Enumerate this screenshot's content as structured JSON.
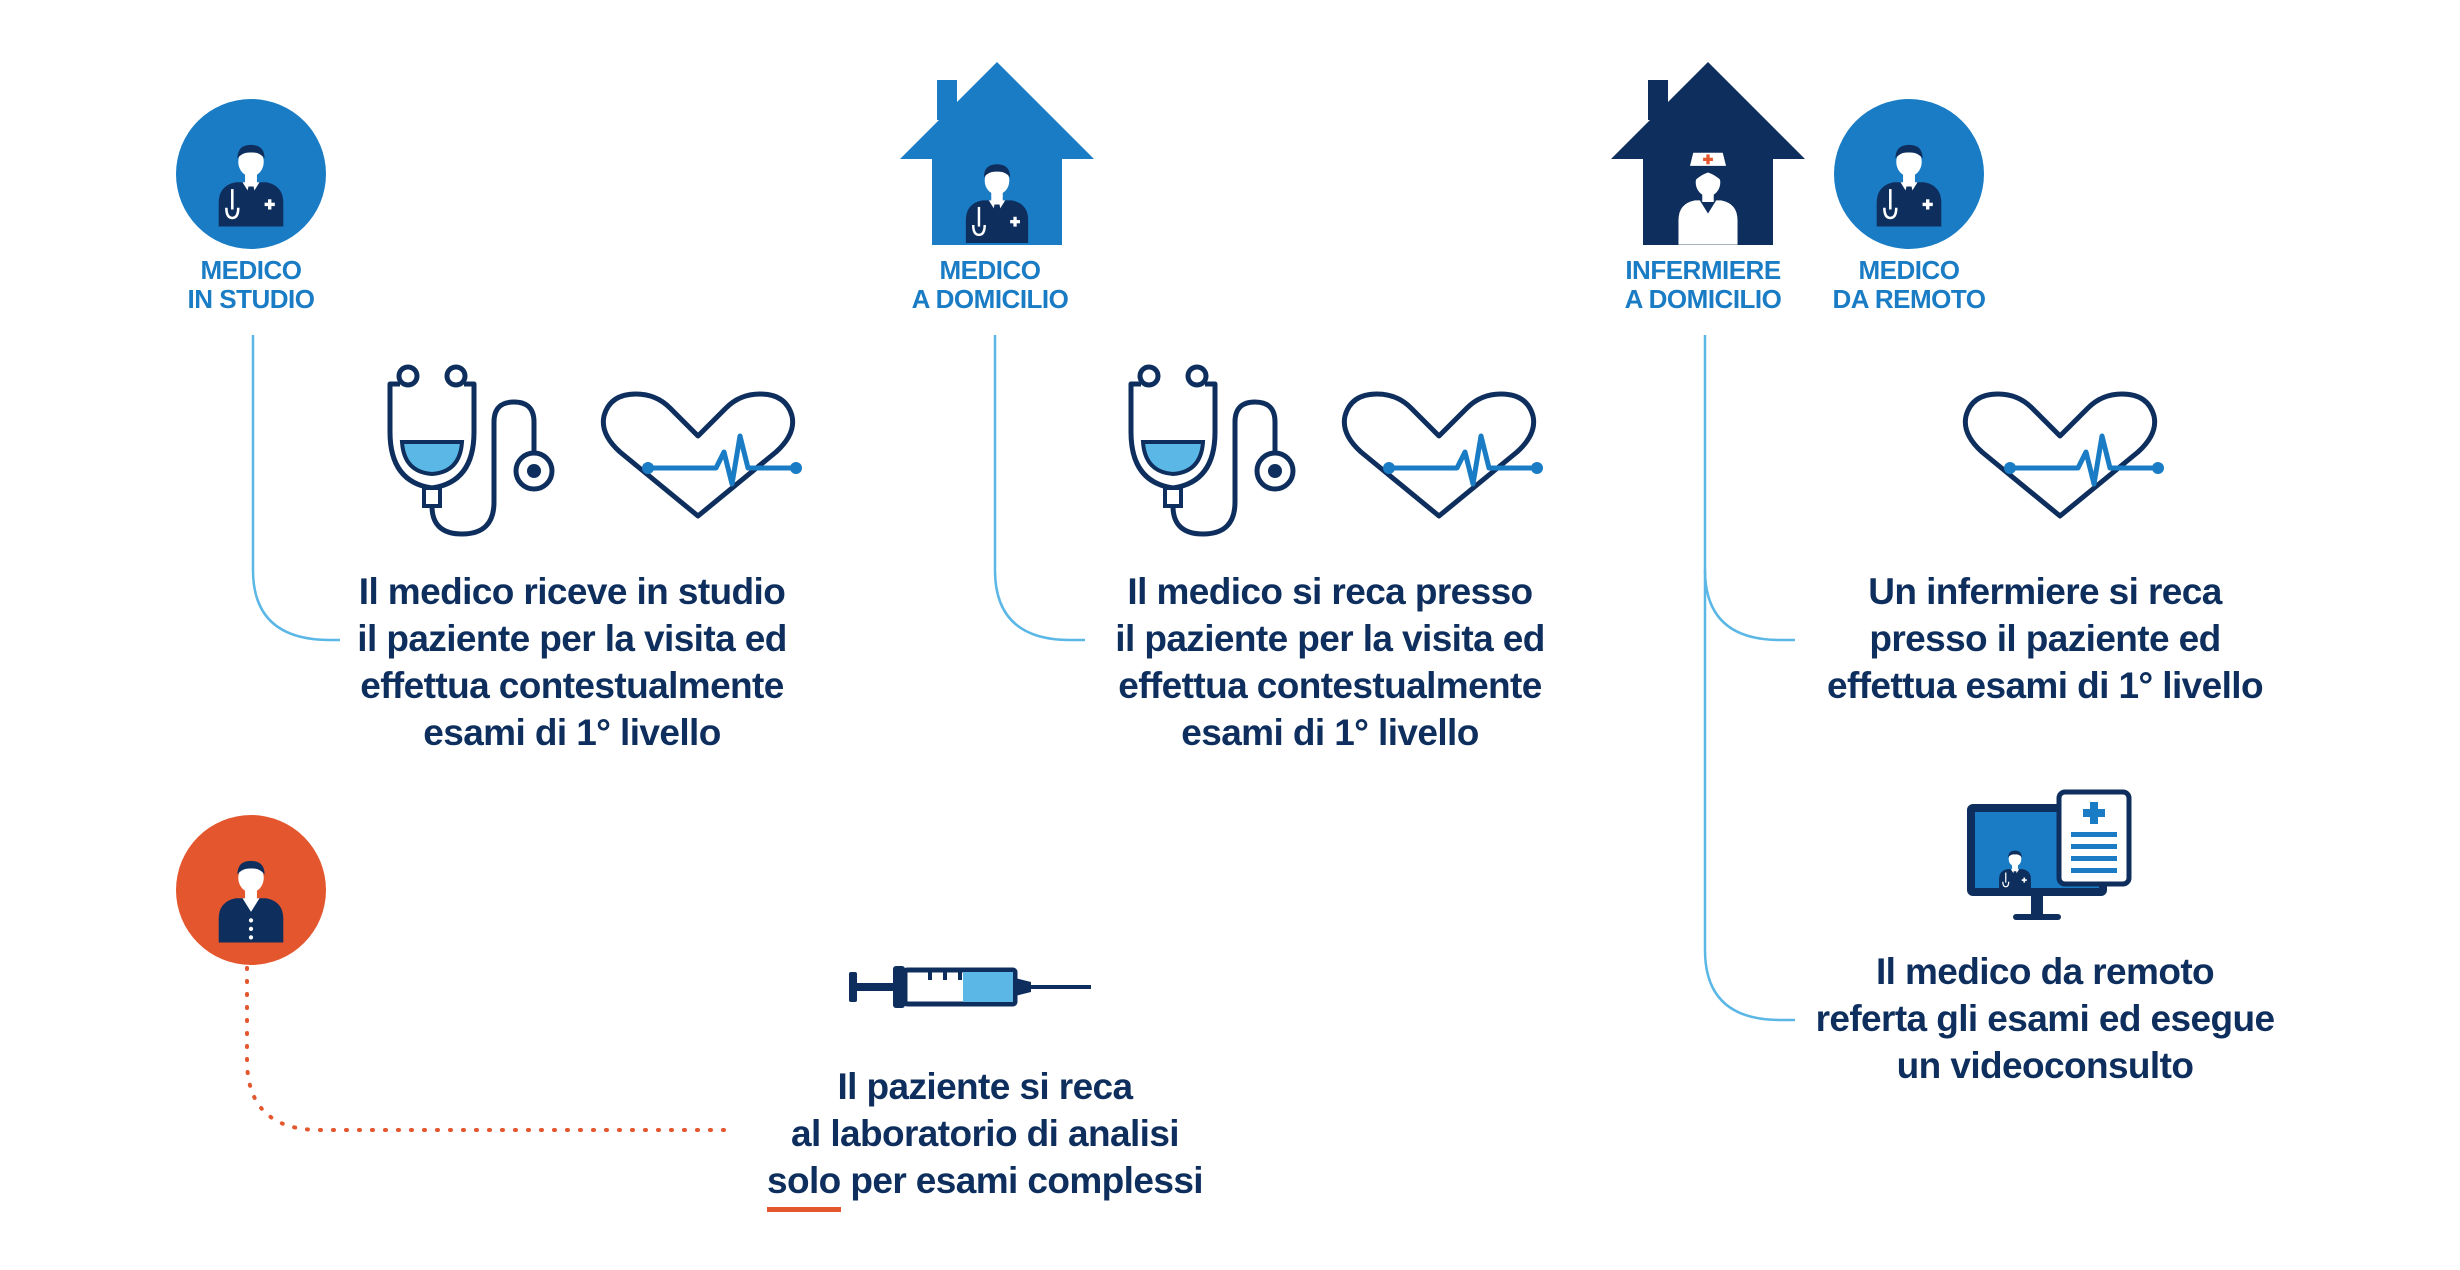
{
  "columns": [
    {
      "id": "studio",
      "label_lines": [
        "MEDICO",
        "IN STUDIO"
      ],
      "description_lines": [
        "Il medico riceve in studio",
        "il paziente per la visita ed",
        "effettua contestualmente",
        "esami di 1° livello"
      ]
    },
    {
      "id": "domicilio",
      "label_lines": [
        "MEDICO",
        "A DOMICILIO"
      ],
      "description_lines": [
        "Il medico si reca presso",
        "il paziente per la visita ed",
        "effettua contestualmente",
        "esami di 1° livello"
      ]
    },
    {
      "id": "infermiere",
      "label_lines": [
        "INFERMIERE",
        "A DOMICILIO"
      ],
      "description_lines": [
        "Un infermiere si reca",
        "presso il paziente ed",
        "effettua esami di 1° livello"
      ]
    },
    {
      "id": "remoto",
      "label_lines": [
        "MEDICO",
        "DA REMOTO"
      ],
      "description_lines": [
        "Il medico da remoto",
        "referta gli esami ed esegue",
        "un videoconsulto"
      ]
    }
  ],
  "patient": {
    "line1": "Il paziente si reca",
    "line2": "al laboratorio di analisi",
    "line3_underlined": "solo",
    "line3_rest": " per esami complessi"
  },
  "colors": {
    "blue": "#1a7cc4",
    "navy": "#0e2f5e",
    "light_blue": "#5ab7e6",
    "orange": "#e4572e"
  },
  "icons": [
    "doctor-icon",
    "house-doctor-icon",
    "house-nurse-icon",
    "stethoscope-icon",
    "heartbeat-icon",
    "syringe-icon",
    "telemedicine-monitor-icon",
    "patient-icon"
  ]
}
